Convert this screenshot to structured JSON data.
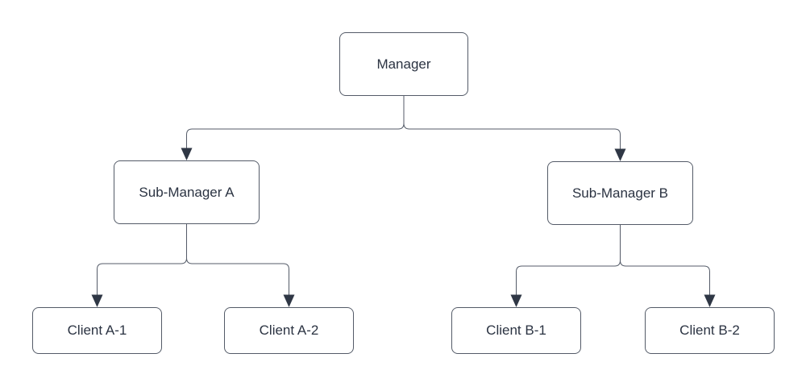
{
  "diagram": {
    "type": "org-chart",
    "nodes": [
      {
        "id": "manager",
        "label": "Manager"
      },
      {
        "id": "sub-manager-a",
        "label": "Sub-Manager A"
      },
      {
        "id": "sub-manager-b",
        "label": "Sub-Manager B"
      },
      {
        "id": "client-a1",
        "label": "Client A-1"
      },
      {
        "id": "client-a2",
        "label": "Client A-2"
      },
      {
        "id": "client-b1",
        "label": "Client B-1"
      },
      {
        "id": "client-b2",
        "label": "Client B-2"
      }
    ],
    "edges": [
      {
        "from": "Manager",
        "to": "Sub-Manager A",
        "arrow": "filled-triangle-down"
      },
      {
        "from": "Manager",
        "to": "Sub-Manager B",
        "arrow": "filled-triangle-down"
      },
      {
        "from": "Sub-Manager A",
        "to": "Client A-1",
        "arrow": "filled-triangle-down"
      },
      {
        "from": "Sub-Manager A",
        "to": "Client A-2",
        "arrow": "filled-triangle-down"
      },
      {
        "from": "Sub-Manager B",
        "to": "Client B-1",
        "arrow": "filled-triangle-down"
      },
      {
        "from": "Sub-Manager B",
        "to": "Client B-2",
        "arrow": "filled-triangle-down"
      }
    ],
    "colors": {
      "background": "#ffffff",
      "node_fill": "#ffffff",
      "node_border": "#545b68",
      "connector_line": "#545b68",
      "arrowhead": "#2f3745",
      "label_text": "#2b3342"
    }
  }
}
